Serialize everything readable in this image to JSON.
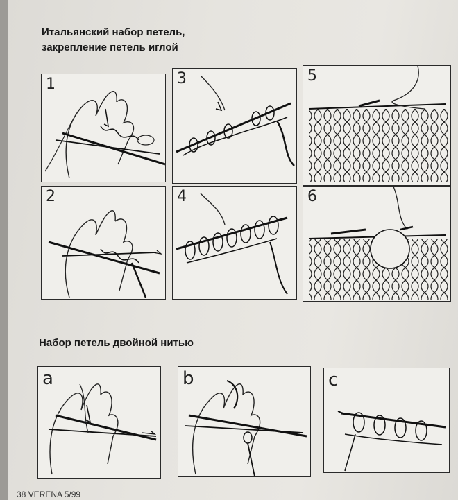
{
  "headings": {
    "italian_cast_on": [
      "Итальянский набор петель,",
      "закрепление петель иглой"
    ],
    "double_thread_cast_on": "Набор петель двойной нитью"
  },
  "panels": {
    "p1": "1",
    "p2": "2",
    "p3": "3",
    "p4": "4",
    "p5": "5",
    "p6": "6",
    "pa": "a",
    "pb": "b",
    "pc": "c"
  },
  "footer": "38 VERENA 5/99"
}
